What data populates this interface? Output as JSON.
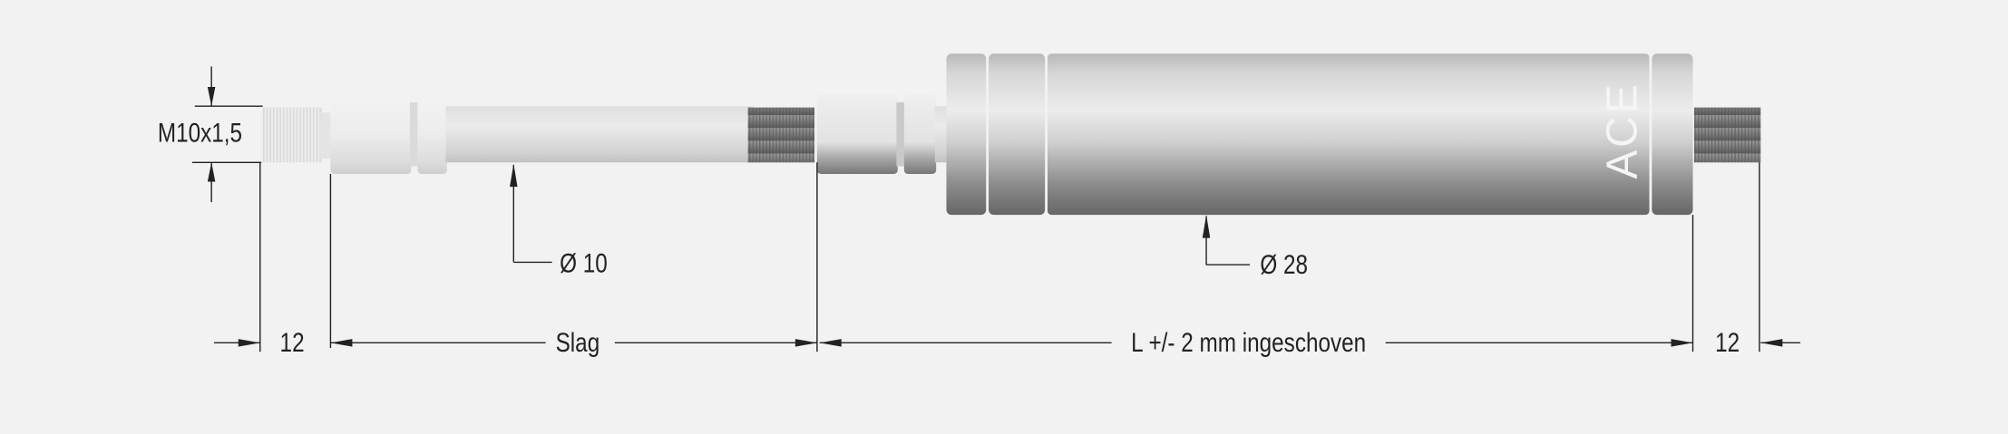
{
  "drawing": {
    "thread_label": "M10x1,5",
    "rod_diameter_label": "Ø 10",
    "cylinder_diameter_label": "Ø 28",
    "left_thread_length_label": "12",
    "stroke_label": "Slag",
    "length_label": "L +/- 2 mm ingeschoven",
    "right_thread_length_label": "12",
    "logo_text": "ACE"
  },
  "colors": {
    "background": "#f1f2f1",
    "dimension_lines": "#222222"
  }
}
